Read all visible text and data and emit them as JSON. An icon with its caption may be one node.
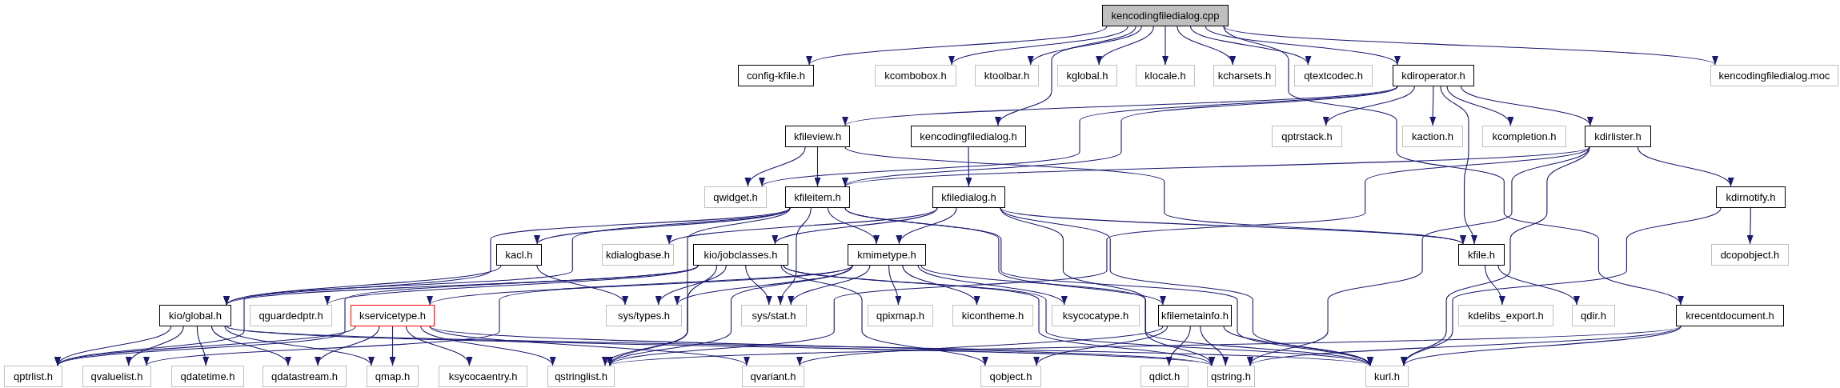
{
  "diagram": {
    "nodes": [
      {
        "text": [
          "kencodingfiledialog.cpp"
        ]
      },
      {
        "text": [
          "config-kfile.h"
        ]
      },
      {
        "text": [
          "kcombobox.h"
        ]
      },
      {
        "text": [
          "ktoolbar.h"
        ]
      },
      {
        "text": [
          "kglobal.h"
        ]
      },
      {
        "text": [
          "klocale.h"
        ]
      },
      {
        "text": [
          "kcharsets.h"
        ]
      },
      {
        "text": [
          "qtextcodec.h"
        ]
      },
      {
        "text": [
          "kdiroperator.h"
        ]
      },
      {
        "text": [
          "kencodingfiledialog.moc"
        ]
      },
      {
        "text": [
          "kfileview.h"
        ]
      },
      {
        "text": [
          "kencodingfiledialog.h"
        ]
      },
      {
        "text": [
          "qptrstack.h"
        ]
      },
      {
        "text": [
          "kaction.h"
        ]
      },
      {
        "text": [
          "kcompletion.h"
        ]
      },
      {
        "text": [
          "kdirlister.h"
        ]
      },
      {
        "text": [
          "qwidget.h"
        ]
      },
      {
        "text": [
          "kfileitem.h"
        ]
      },
      {
        "text": [
          "kfiledialog.h"
        ]
      },
      {
        "text": [
          "kdirnotify.h"
        ]
      },
      {
        "text": [
          "kacl.h"
        ]
      },
      {
        "text": [
          "kdialogbase.h"
        ]
      },
      {
        "text": [
          "kio/jobclasses.h"
        ]
      },
      {
        "text": [
          "kmimetype.h"
        ]
      },
      {
        "text": [
          "kfile.h"
        ]
      },
      {
        "text": [
          "dcopobject.h"
        ]
      },
      {
        "text": [
          "kio/global.h"
        ]
      },
      {
        "text": [
          "qguardedptr.h"
        ]
      },
      {
        "text": [
          "kservicetype.h"
        ]
      },
      {
        "text": [
          "sys/types.h"
        ]
      },
      {
        "text": [
          "sys/stat.h"
        ]
      },
      {
        "text": [
          "qpixmap.h"
        ]
      },
      {
        "text": [
          "kicontheme.h"
        ]
      },
      {
        "text": [
          "ksycocatype.h"
        ]
      },
      {
        "text": [
          "kfilemetainfo.h"
        ]
      },
      {
        "text": [
          "kdelibs_export.h"
        ]
      },
      {
        "text": [
          "qdir.h"
        ]
      },
      {
        "text": [
          "krecentdocument.h"
        ]
      },
      {
        "text": [
          "qptrlist.h"
        ]
      },
      {
        "text": [
          "qvaluelist.h"
        ]
      },
      {
        "text": [
          "qdatetime.h"
        ]
      },
      {
        "text": [
          "qdatastream.h"
        ]
      },
      {
        "text": [
          "qmap.h"
        ]
      },
      {
        "text": [
          "ksycocaentry.h"
        ]
      },
      {
        "text": [
          "qstringlist.h"
        ]
      },
      {
        "text": [
          "qvariant.h"
        ]
      },
      {
        "text": [
          "qobject.h"
        ]
      },
      {
        "text": [
          "qdict.h"
        ]
      },
      {
        "text": [
          "qstring.h"
        ]
      },
      {
        "text": [
          "kurl.h"
        ]
      }
    ],
    "edges": [
      {
        "from": 0,
        "to": 1,
        "arrow": "to"
      },
      {
        "from": 0,
        "to": 2,
        "arrow": "to"
      },
      {
        "from": 0,
        "to": 3,
        "arrow": "to"
      },
      {
        "from": 0,
        "to": 4,
        "arrow": "to"
      },
      {
        "from": 0,
        "to": 5,
        "arrow": "to"
      },
      {
        "from": 0,
        "to": 6,
        "arrow": "to"
      },
      {
        "from": 0,
        "to": 7,
        "arrow": "to"
      },
      {
        "from": 0,
        "to": 8,
        "arrow": "to"
      },
      {
        "from": 0,
        "to": 9,
        "arrow": "to"
      },
      {
        "from": 0,
        "to": 11,
        "arrow": "to"
      },
      {
        "from": 0,
        "to": 37,
        "arrow": "to"
      },
      {
        "from": 8,
        "to": 16,
        "arrow": "to"
      },
      {
        "from": 8,
        "to": 12,
        "arrow": "to"
      },
      {
        "from": 8,
        "to": 13,
        "arrow": "to"
      },
      {
        "from": 8,
        "to": 14,
        "arrow": "to"
      },
      {
        "from": 8,
        "to": 15,
        "arrow": "to"
      },
      {
        "from": 8,
        "to": 10,
        "arrow": "to"
      },
      {
        "from": 8,
        "to": 17,
        "arrow": "to"
      },
      {
        "from": 8,
        "to": 24,
        "arrow": "to"
      },
      {
        "from": 10,
        "to": 16,
        "arrow": "to"
      },
      {
        "from": 10,
        "to": 17,
        "arrow": "to"
      },
      {
        "from": 10,
        "to": 24,
        "arrow": "to"
      },
      {
        "from": 11,
        "to": 18,
        "arrow": "to"
      },
      {
        "from": 15,
        "to": 17,
        "arrow": "to"
      },
      {
        "from": 15,
        "to": 19,
        "arrow": "to"
      },
      {
        "from": 15,
        "to": 44,
        "arrow": "to"
      },
      {
        "from": 15,
        "to": 48,
        "arrow": "to"
      },
      {
        "from": 15,
        "to": 49,
        "arrow": "to"
      },
      {
        "from": 17,
        "to": 44,
        "arrow": "to"
      },
      {
        "from": 17,
        "to": 30,
        "arrow": "to"
      },
      {
        "from": 17,
        "to": 38,
        "arrow": "to"
      },
      {
        "from": 17,
        "to": 26,
        "arrow": "to"
      },
      {
        "from": 17,
        "to": 49,
        "arrow": "to"
      },
      {
        "from": 17,
        "to": 20,
        "arrow": "to"
      },
      {
        "from": 17,
        "to": 23,
        "arrow": "to"
      },
      {
        "from": 17,
        "to": 34,
        "arrow": "to"
      },
      {
        "from": 18,
        "to": 48,
        "arrow": "to"
      },
      {
        "from": 18,
        "to": 21,
        "arrow": "to"
      },
      {
        "from": 18,
        "to": 24,
        "arrow": "to"
      },
      {
        "from": 18,
        "to": 49,
        "arrow": "to"
      },
      {
        "from": 18,
        "to": 23,
        "arrow": "to"
      },
      {
        "from": 18,
        "to": 22,
        "arrow": "to"
      },
      {
        "from": 19,
        "to": 49,
        "arrow": "to"
      },
      {
        "from": 19,
        "to": 25,
        "arrow": "to"
      },
      {
        "from": 20,
        "to": 29,
        "arrow": "to"
      },
      {
        "from": 20,
        "to": 26,
        "arrow": "to"
      },
      {
        "from": 22,
        "to": 46,
        "arrow": "to"
      },
      {
        "from": 22,
        "to": 48,
        "arrow": "to"
      },
      {
        "from": 22,
        "to": 44,
        "arrow": "to"
      },
      {
        "from": 22,
        "to": 27,
        "arrow": "to"
      },
      {
        "from": 22,
        "to": 29,
        "arrow": "to"
      },
      {
        "from": 22,
        "to": 30,
        "arrow": "to"
      },
      {
        "from": 22,
        "to": 49,
        "arrow": "to"
      },
      {
        "from": 22,
        "to": 26,
        "arrow": "to"
      },
      {
        "from": 22,
        "to": 38,
        "arrow": "to"
      },
      {
        "from": 23,
        "to": 29,
        "arrow": "to"
      },
      {
        "from": 23,
        "to": 30,
        "arrow": "to"
      },
      {
        "from": 23,
        "to": 44,
        "arrow": "to"
      },
      {
        "from": 23,
        "to": 39,
        "arrow": "to"
      },
      {
        "from": 23,
        "to": 31,
        "arrow": "to"
      },
      {
        "from": 23,
        "to": 32,
        "arrow": "to"
      },
      {
        "from": 23,
        "to": 49,
        "arrow": "to"
      },
      {
        "from": 23,
        "to": 33,
        "arrow": "to"
      },
      {
        "from": 23,
        "to": 28,
        "arrow": "to"
      },
      {
        "from": 24,
        "to": 36,
        "arrow": "to"
      },
      {
        "from": 24,
        "to": 35,
        "arrow": "to"
      },
      {
        "from": 26,
        "to": 48,
        "arrow": "to"
      },
      {
        "from": 26,
        "to": 39,
        "arrow": "to"
      },
      {
        "from": 26,
        "to": 38,
        "arrow": "to"
      },
      {
        "from": 26,
        "to": 41,
        "arrow": "to"
      },
      {
        "from": 26,
        "to": 40,
        "arrow": "to"
      },
      {
        "from": 26,
        "to": 42,
        "arrow": "to"
      },
      {
        "from": 26,
        "to": 49,
        "arrow": "to"
      },
      {
        "from": 28,
        "to": 43,
        "arrow": "to"
      },
      {
        "from": 28,
        "to": 48,
        "arrow": "to"
      },
      {
        "from": 28,
        "to": 44,
        "arrow": "to"
      },
      {
        "from": 28,
        "to": 38,
        "arrow": "to"
      },
      {
        "from": 28,
        "to": 42,
        "arrow": "to"
      },
      {
        "from": 28,
        "to": 45,
        "arrow": "to"
      },
      {
        "from": 28,
        "to": 41,
        "arrow": "to"
      },
      {
        "from": 34,
        "to": 47,
        "arrow": "to"
      },
      {
        "from": 34,
        "to": 45,
        "arrow": "to"
      },
      {
        "from": 34,
        "to": 46,
        "arrow": "to"
      },
      {
        "from": 34,
        "to": 48,
        "arrow": "to"
      },
      {
        "from": 34,
        "to": 49,
        "arrow": "to"
      },
      {
        "from": 37,
        "to": 48,
        "arrow": "to"
      },
      {
        "from": 37,
        "to": 44,
        "arrow": "to"
      },
      {
        "from": 37,
        "to": 49,
        "arrow": "to"
      }
    ]
  }
}
